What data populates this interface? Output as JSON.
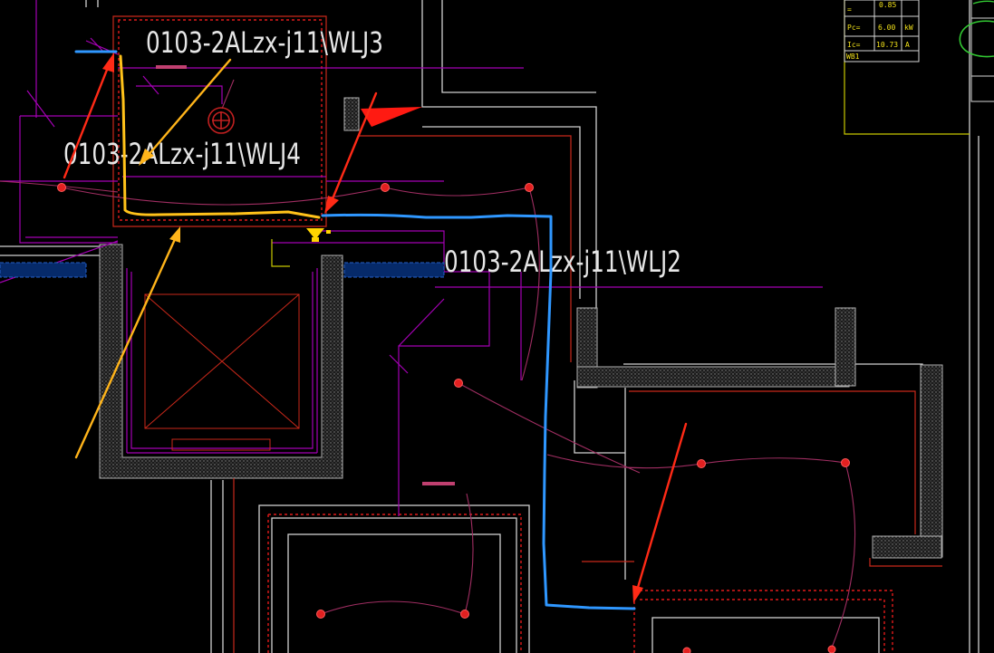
{
  "colors": {
    "background": "#000000",
    "wall_white": "#d8d8d8",
    "wall_gray": "#9a9a9a",
    "wall_red": "#d42a10",
    "dash_red": "#e01a1a",
    "magenta": "#a400b4",
    "circuit_pink": "#b0306a",
    "label_text": "#e6e6e6",
    "yellow_path": "#ffc21a",
    "blue_path": "#2f97ff",
    "red_arrow": "#ff2a16",
    "orange_arrow": "#ffb41a",
    "table_yellow": "#c8c800",
    "table_text": "#f2e21a",
    "green_cloud": "#32c832"
  },
  "labels": {
    "wlj3": "0103-2ALzx-j11\\WLJ3",
    "wlj4": "0103-2ALzx-j11\\WLJ4",
    "wlj2": "0103-2ALzx-j11\\WLJ2"
  },
  "load_table": {
    "rows": [
      {
        "key": "=",
        "value": "0.85",
        "unit": ""
      },
      {
        "key": "Pc=",
        "value": "6.00",
        "unit": "kW"
      },
      {
        "key": "Ic=",
        "value": "10.73",
        "unit": "A"
      },
      {
        "key": "WB1",
        "value": "",
        "unit": ""
      }
    ]
  }
}
